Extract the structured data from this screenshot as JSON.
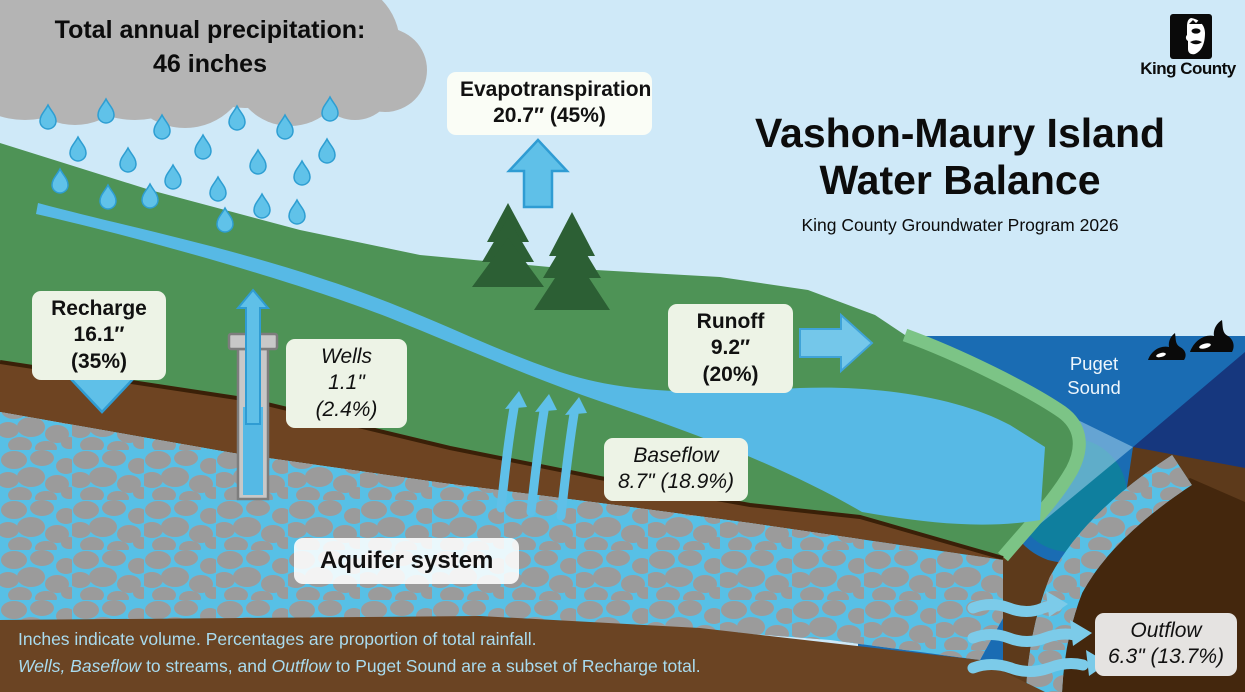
{
  "title": {
    "line1": "Vashon-Maury Island",
    "line2": "Water Balance",
    "subtitle": "King County Groundwater Program 2026"
  },
  "logo": {
    "text": "King County"
  },
  "cloud": {
    "line1": "Total annual precipitation:",
    "line2": "46 inches"
  },
  "labels": {
    "evapotranspiration": {
      "name": "Evapotranspiration",
      "value": "20.7″ (45%)"
    },
    "recharge": {
      "name": "Recharge",
      "value": "16.1″ (35%)"
    },
    "wells": {
      "name": "Wells",
      "value": "1.1\" (2.4%)"
    },
    "runoff": {
      "name": "Runoff",
      "value": "9.2″ (20%)"
    },
    "baseflow": {
      "name": "Baseflow",
      "value": "8.7\" (18.9%)"
    },
    "outflow": {
      "name": "Outflow",
      "value": "6.3\" (13.7%)"
    },
    "aquifer": {
      "name": "Aquifer system"
    },
    "puget_sound": {
      "line1": "Puget",
      "line2": "Sound"
    }
  },
  "footer": {
    "line1": "Inches indicate volume. Percentages are proportion of total rainfall.",
    "line2_parts": [
      "Wells, Baseflow",
      " to streams, and ",
      "Outflow",
      " to Puget Sound are a subset of Recharge total."
    ]
  },
  "colors": {
    "sky": "#cfe9f8",
    "cloud_gray": "#b4b4b4",
    "ocean_blue": "#1a6cb3",
    "deep_water_navy": "#16377e",
    "stream_mouth_teal": "#0f7f9e",
    "hill_green": "#4e9356",
    "shore_light_green": "#7cc486",
    "soil_brown": "#6e4422",
    "cut_brown": "#5d3a1b",
    "cut_brown_dark": "#44270d",
    "aquifer_water_blue": "#57c0e6",
    "stone_gray": "#9b9b9b",
    "stream_blue": "#57b9e5",
    "arrow_blue": "#5fc0e8",
    "label_pale_green": "#edf3e6",
    "label_white": "#fafdf6",
    "label_gray": "#e5e3e1",
    "footer_text_blue": "#a9dbee"
  }
}
